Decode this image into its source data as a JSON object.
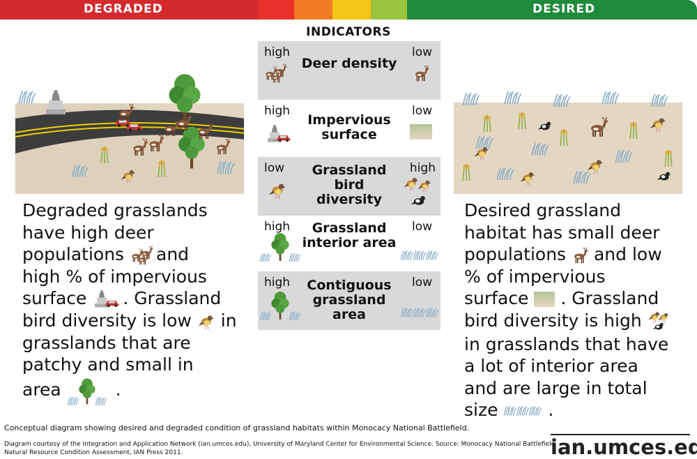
{
  "header": {
    "left_label": "DEGRADED",
    "right_label": "DESIRED",
    "colors": {
      "red": "#d42a2e",
      "orange": "#f07b22",
      "yellow": "#f5c518",
      "lime": "#9ac43c",
      "green": "#1e8a3c"
    }
  },
  "indicators": {
    "title": "INDICATORS",
    "rows": [
      {
        "name": "Deer density",
        "left": "high",
        "right": "low",
        "left_icon": "deer-herd-icon",
        "right_icon": "single-deer-icon"
      },
      {
        "name": "Impervious surface",
        "left": "high",
        "right": "low",
        "left_icon": "monument-car-icon",
        "right_icon": "grass-patch-icon"
      },
      {
        "name": "Grassland bird diversity",
        "left": "low",
        "right": "high",
        "left_icon": "single-bird-icon",
        "right_icon": "multiple-birds-icon"
      },
      {
        "name": "Grassland interior area",
        "left": "high",
        "right": "low",
        "left_icon": "tree-grassland-icon",
        "right_icon": "grass-strip-icon"
      },
      {
        "name": "Contiguous grassland area",
        "left": "high",
        "right": "low",
        "left_icon": "tree-grassland-icon",
        "right_icon": "grass-strip-icon"
      }
    ]
  },
  "left_text": {
    "p1": "Degraded grasslands",
    "p2": "have high deer",
    "p3": "populations",
    "p3b": "and",
    "p4": "high % of impervious",
    "p5": "surface",
    "p5b": ". Grassland",
    "p6": "bird diversity is low",
    "p6b": "in",
    "p7": "grasslands that are",
    "p8": "patchy and small in",
    "p9": "area",
    "p9b": "."
  },
  "right_text": {
    "p1": "Desired grassland",
    "p2": "habitat has small deer",
    "p3": "populations",
    "p3b": "and low",
    "p4": "% of impervious",
    "p5": "surface",
    "p5b": ". Grassland",
    "p6": "bird diversity is high",
    "p7": "in grasslands that have",
    "p8": "a lot of interior area",
    "p9": "and are large in total",
    "p10": "size",
    "p10b": "."
  },
  "footer": {
    "caption": "Conceptual diagram showing desired and degraded condition of grassland habitats within Monocacy National Battlefield.",
    "credit": "Diagram courtesy of the Integration and Application Network (ian.umces.edu), University of Maryland Center for Environmental Science. Source: Monocacy National Battlefield Natural Resource Condition Assessment, IAN Press 2011.",
    "logo": "ian.umces.edu"
  }
}
